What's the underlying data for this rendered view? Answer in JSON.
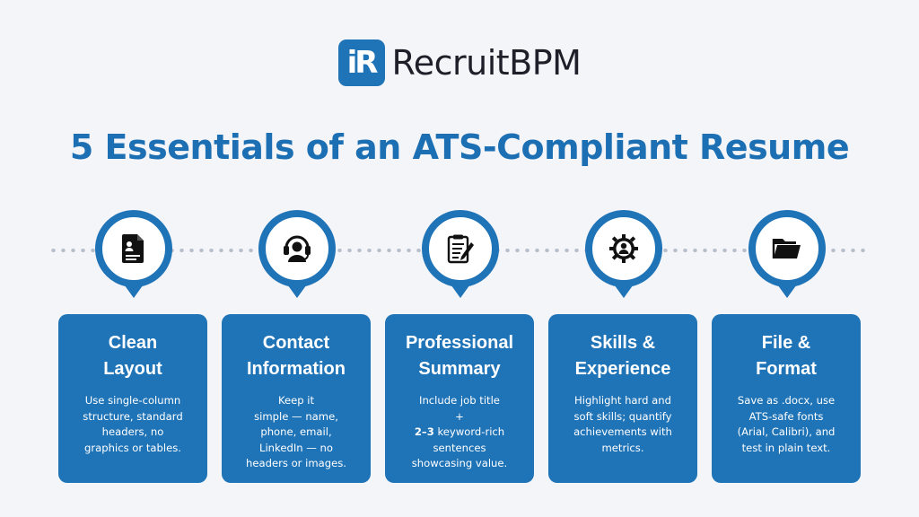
{
  "brand": {
    "mark": "iR",
    "name": "RecruitBPM"
  },
  "headline": "5 Essentials of an ATS-Compliant Resume",
  "colors": {
    "primary": "#1f73b7",
    "background": "#f4f5f9",
    "dots": "#b8bfcc"
  },
  "steps": [
    {
      "icon": "resume-document-icon",
      "title": "Clean\nLayout",
      "body": "Use single-column\nstructure, standard\nheaders, no\ngraphics or tables."
    },
    {
      "icon": "contact-headset-icon",
      "title": "Contact\nInformation",
      "body": "Keep it\nsimple — name,\nphone, email,\nLinkedIn — no\nheaders or images."
    },
    {
      "icon": "clipboard-pen-icon",
      "title": "Professional\nSummary",
      "body_pre": "Include job title\n+\n",
      "body_strong": "2–3",
      "body_post": " keyword-rich\nsentences\nshowcasing value."
    },
    {
      "icon": "person-gear-icon",
      "title": "Skills &\nExperience",
      "body": "Highlight hard and\nsoft skills; quantify\nachievements with\nmetrics."
    },
    {
      "icon": "folder-icon",
      "title": "File &\nFormat",
      "body": "Save as .docx, use\nATS-safe fonts\n(Arial, Calibri), and\ntest in plain text."
    }
  ]
}
